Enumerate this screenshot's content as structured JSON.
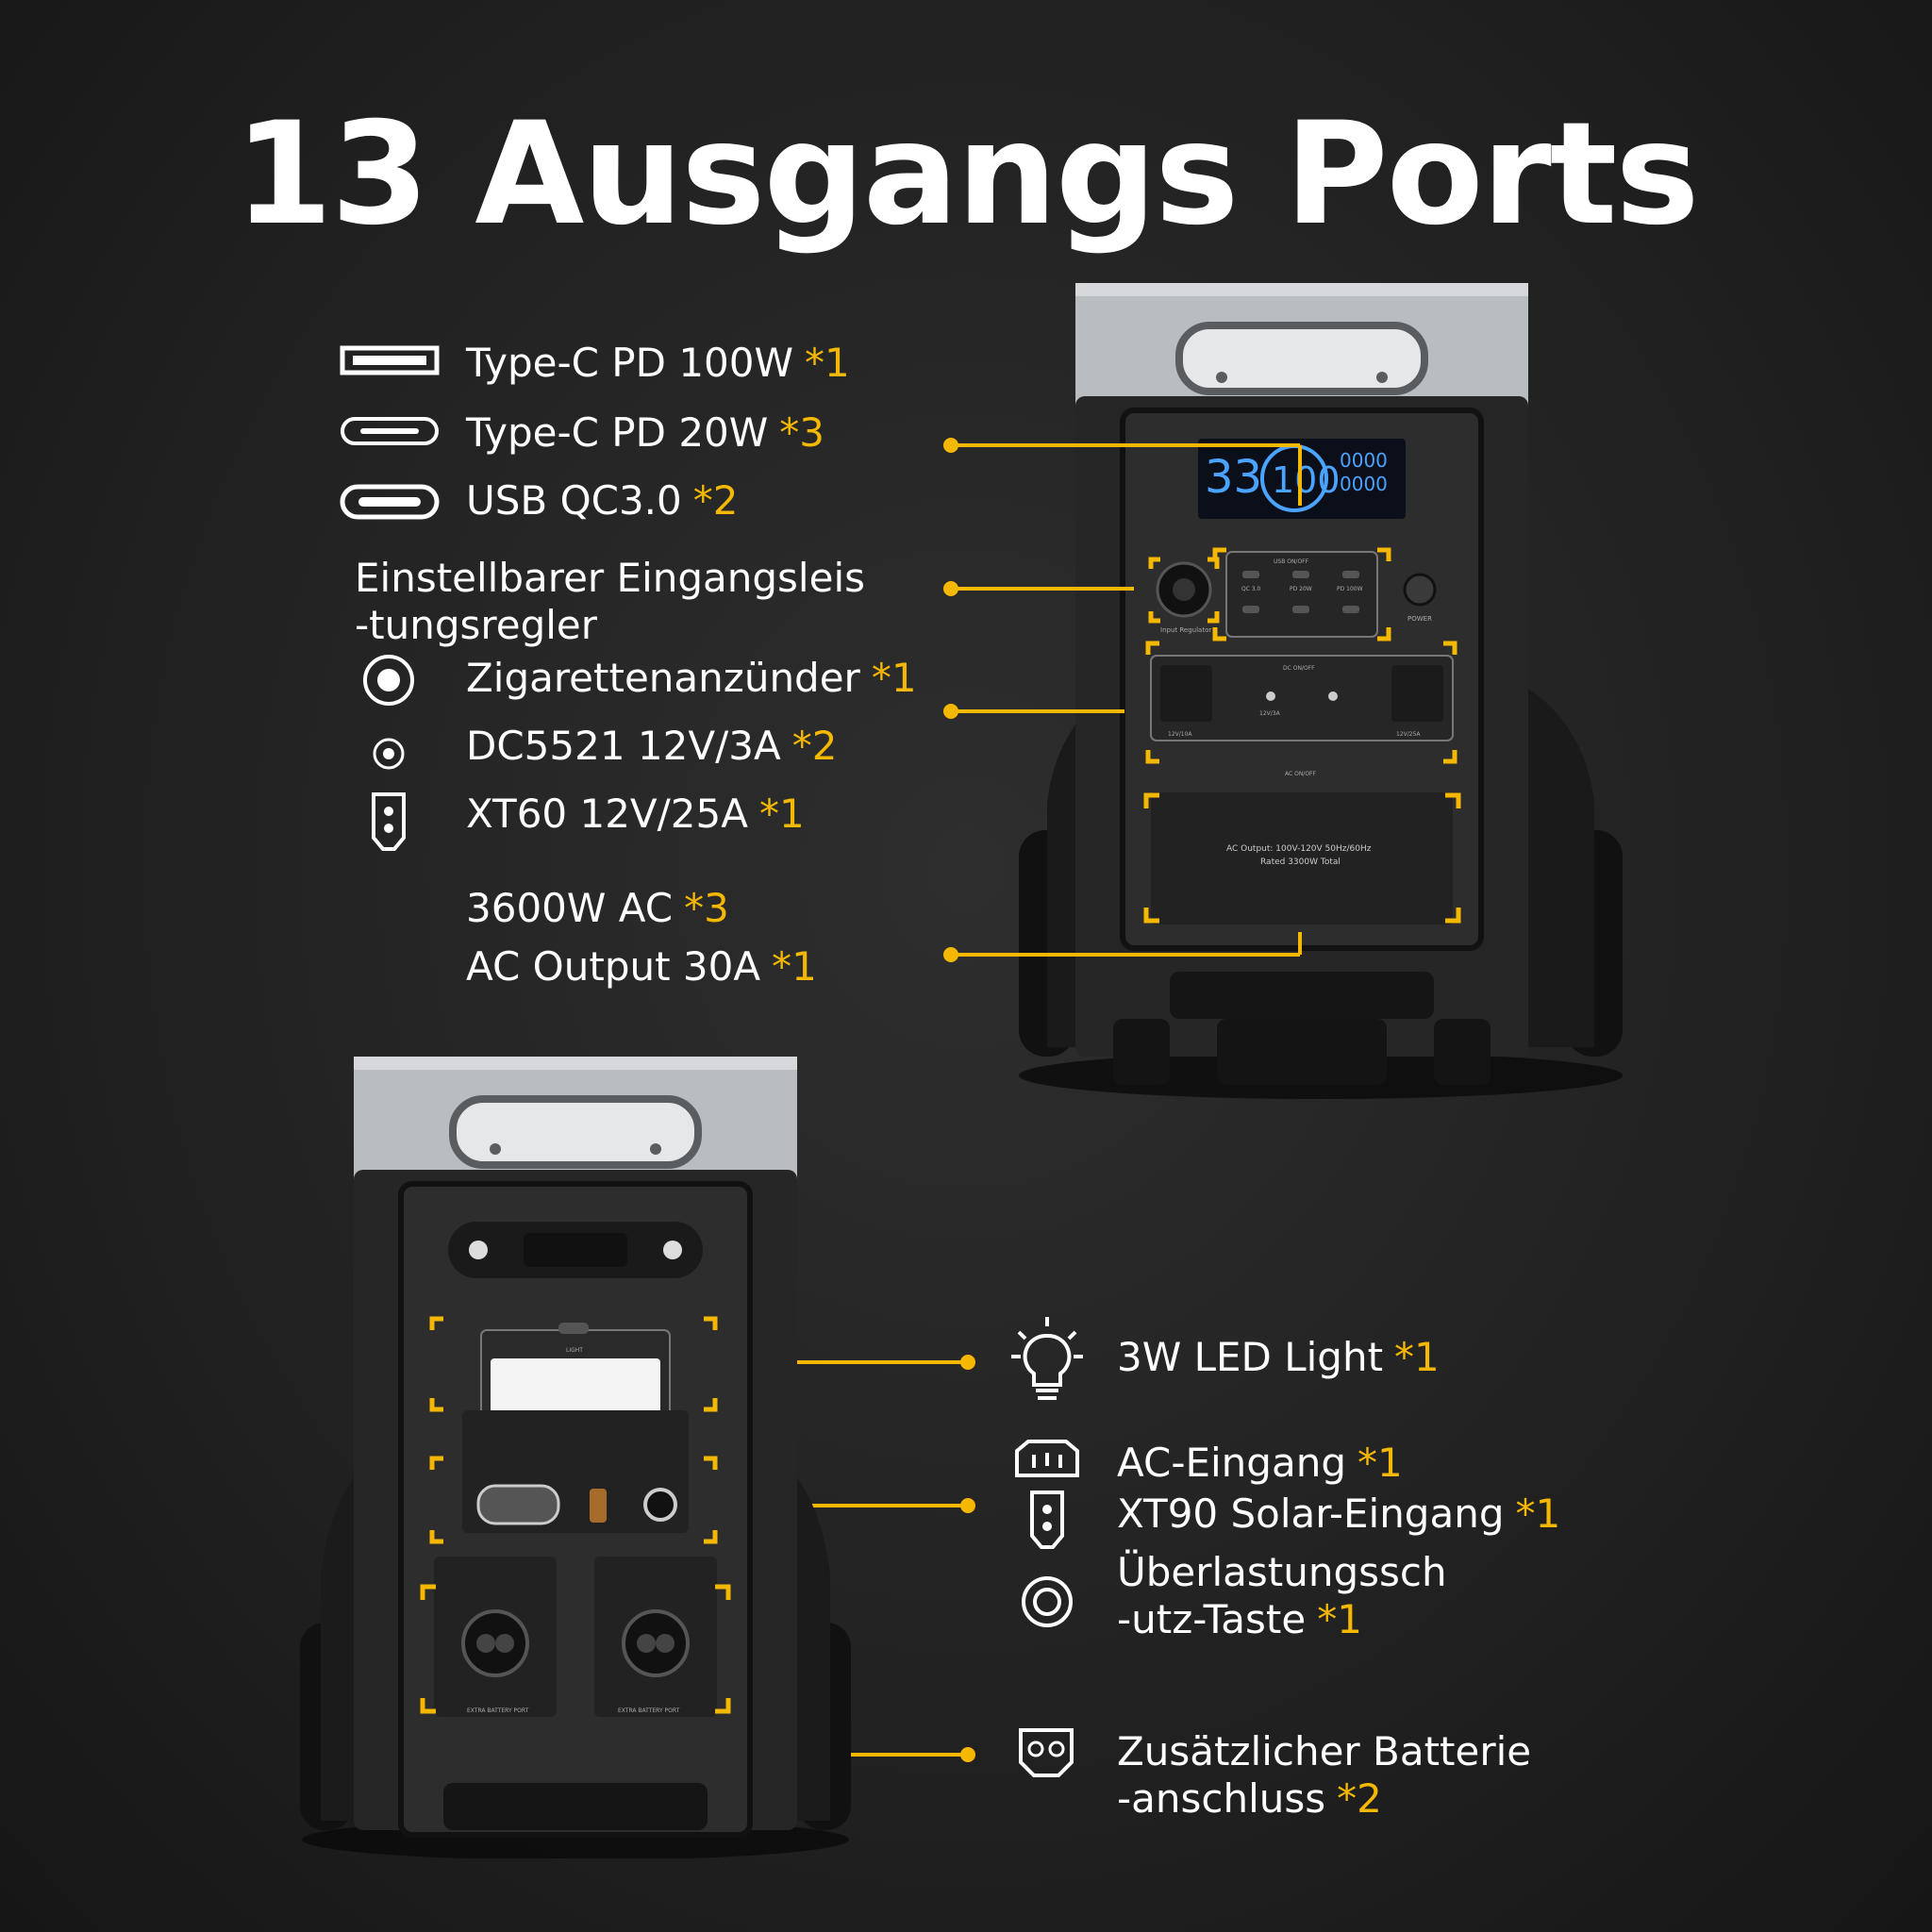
{
  "title": "13 Ausgangs Ports",
  "accent_color": "#f5b800",
  "output_ports": [
    {
      "label": "Type-C PD 100W",
      "qty": "*1",
      "icon": "usb-a-port-icon"
    },
    {
      "label": "Type-C PD 20W",
      "qty": "*3",
      "icon": "usb-c-port-icon"
    },
    {
      "label": "USB QC3.0",
      "qty": "*2",
      "icon": "usb-c-thick-port-icon"
    },
    {
      "label": "Einstellbarer Eingangsleis",
      "label2": "-tungsregler",
      "qty": "",
      "icon": ""
    },
    {
      "label": "Zigarettenanzünder",
      "qty": "*1",
      "icon": "cigarette-lighter-icon"
    },
    {
      "label": "DC5521 12V/3A",
      "qty": "*2",
      "icon": "dc5521-port-icon"
    },
    {
      "label": "XT60 12V/25A",
      "qty": "*1",
      "icon": "xt60-port-icon"
    },
    {
      "label": "3600W AC",
      "qty": "*3",
      "icon": ""
    },
    {
      "label": "AC Output 30A",
      "qty": "*1",
      "icon": ""
    }
  ],
  "rear_ports": [
    {
      "label": "3W LED Light",
      "qty": "*1",
      "icon": "light-bulb-icon"
    },
    {
      "label": "AC-Eingang",
      "qty": "*1",
      "icon": "ac-inlet-icon"
    },
    {
      "label": "XT90 Solar-Eingang",
      "qty": "*1",
      "icon": "xt90-port-icon"
    },
    {
      "label": "Überlastungssch",
      "label2": "-utz-Taste",
      "qty": "*1",
      "icon": "overload-button-icon"
    },
    {
      "label": "Zusätzlicher Batterie",
      "label2": "-anschluss",
      "qty": "*2",
      "icon": "battery-port-icon"
    }
  ],
  "device_front": {
    "display_left": "33",
    "display_mid": "100",
    "display_right_top": "0000",
    "display_right_bottom": "0000",
    "usb_onoff": "USB ON/OFF",
    "dc_onoff": "DC ON/OFF",
    "ac_onoff": "AC ON/OFF",
    "power": "POWER",
    "input_regulator": "Input Regulator",
    "qc30": "QC 3.0",
    "pd20w": "PD 20W",
    "pd100w": "PD 100W",
    "dc_12v3a": "12V/3A",
    "dc_12v10a": "12V/10A",
    "dc_12v25a": "12V/25A",
    "ac_output_text": "AC Output: 100V-120V 50Hz/60Hz",
    "ac_rated_text": "Rated 3300W Total"
  },
  "device_rear": {
    "light": "LIGHT",
    "extra_battery_port": "EXTRA BATTERY PORT"
  }
}
